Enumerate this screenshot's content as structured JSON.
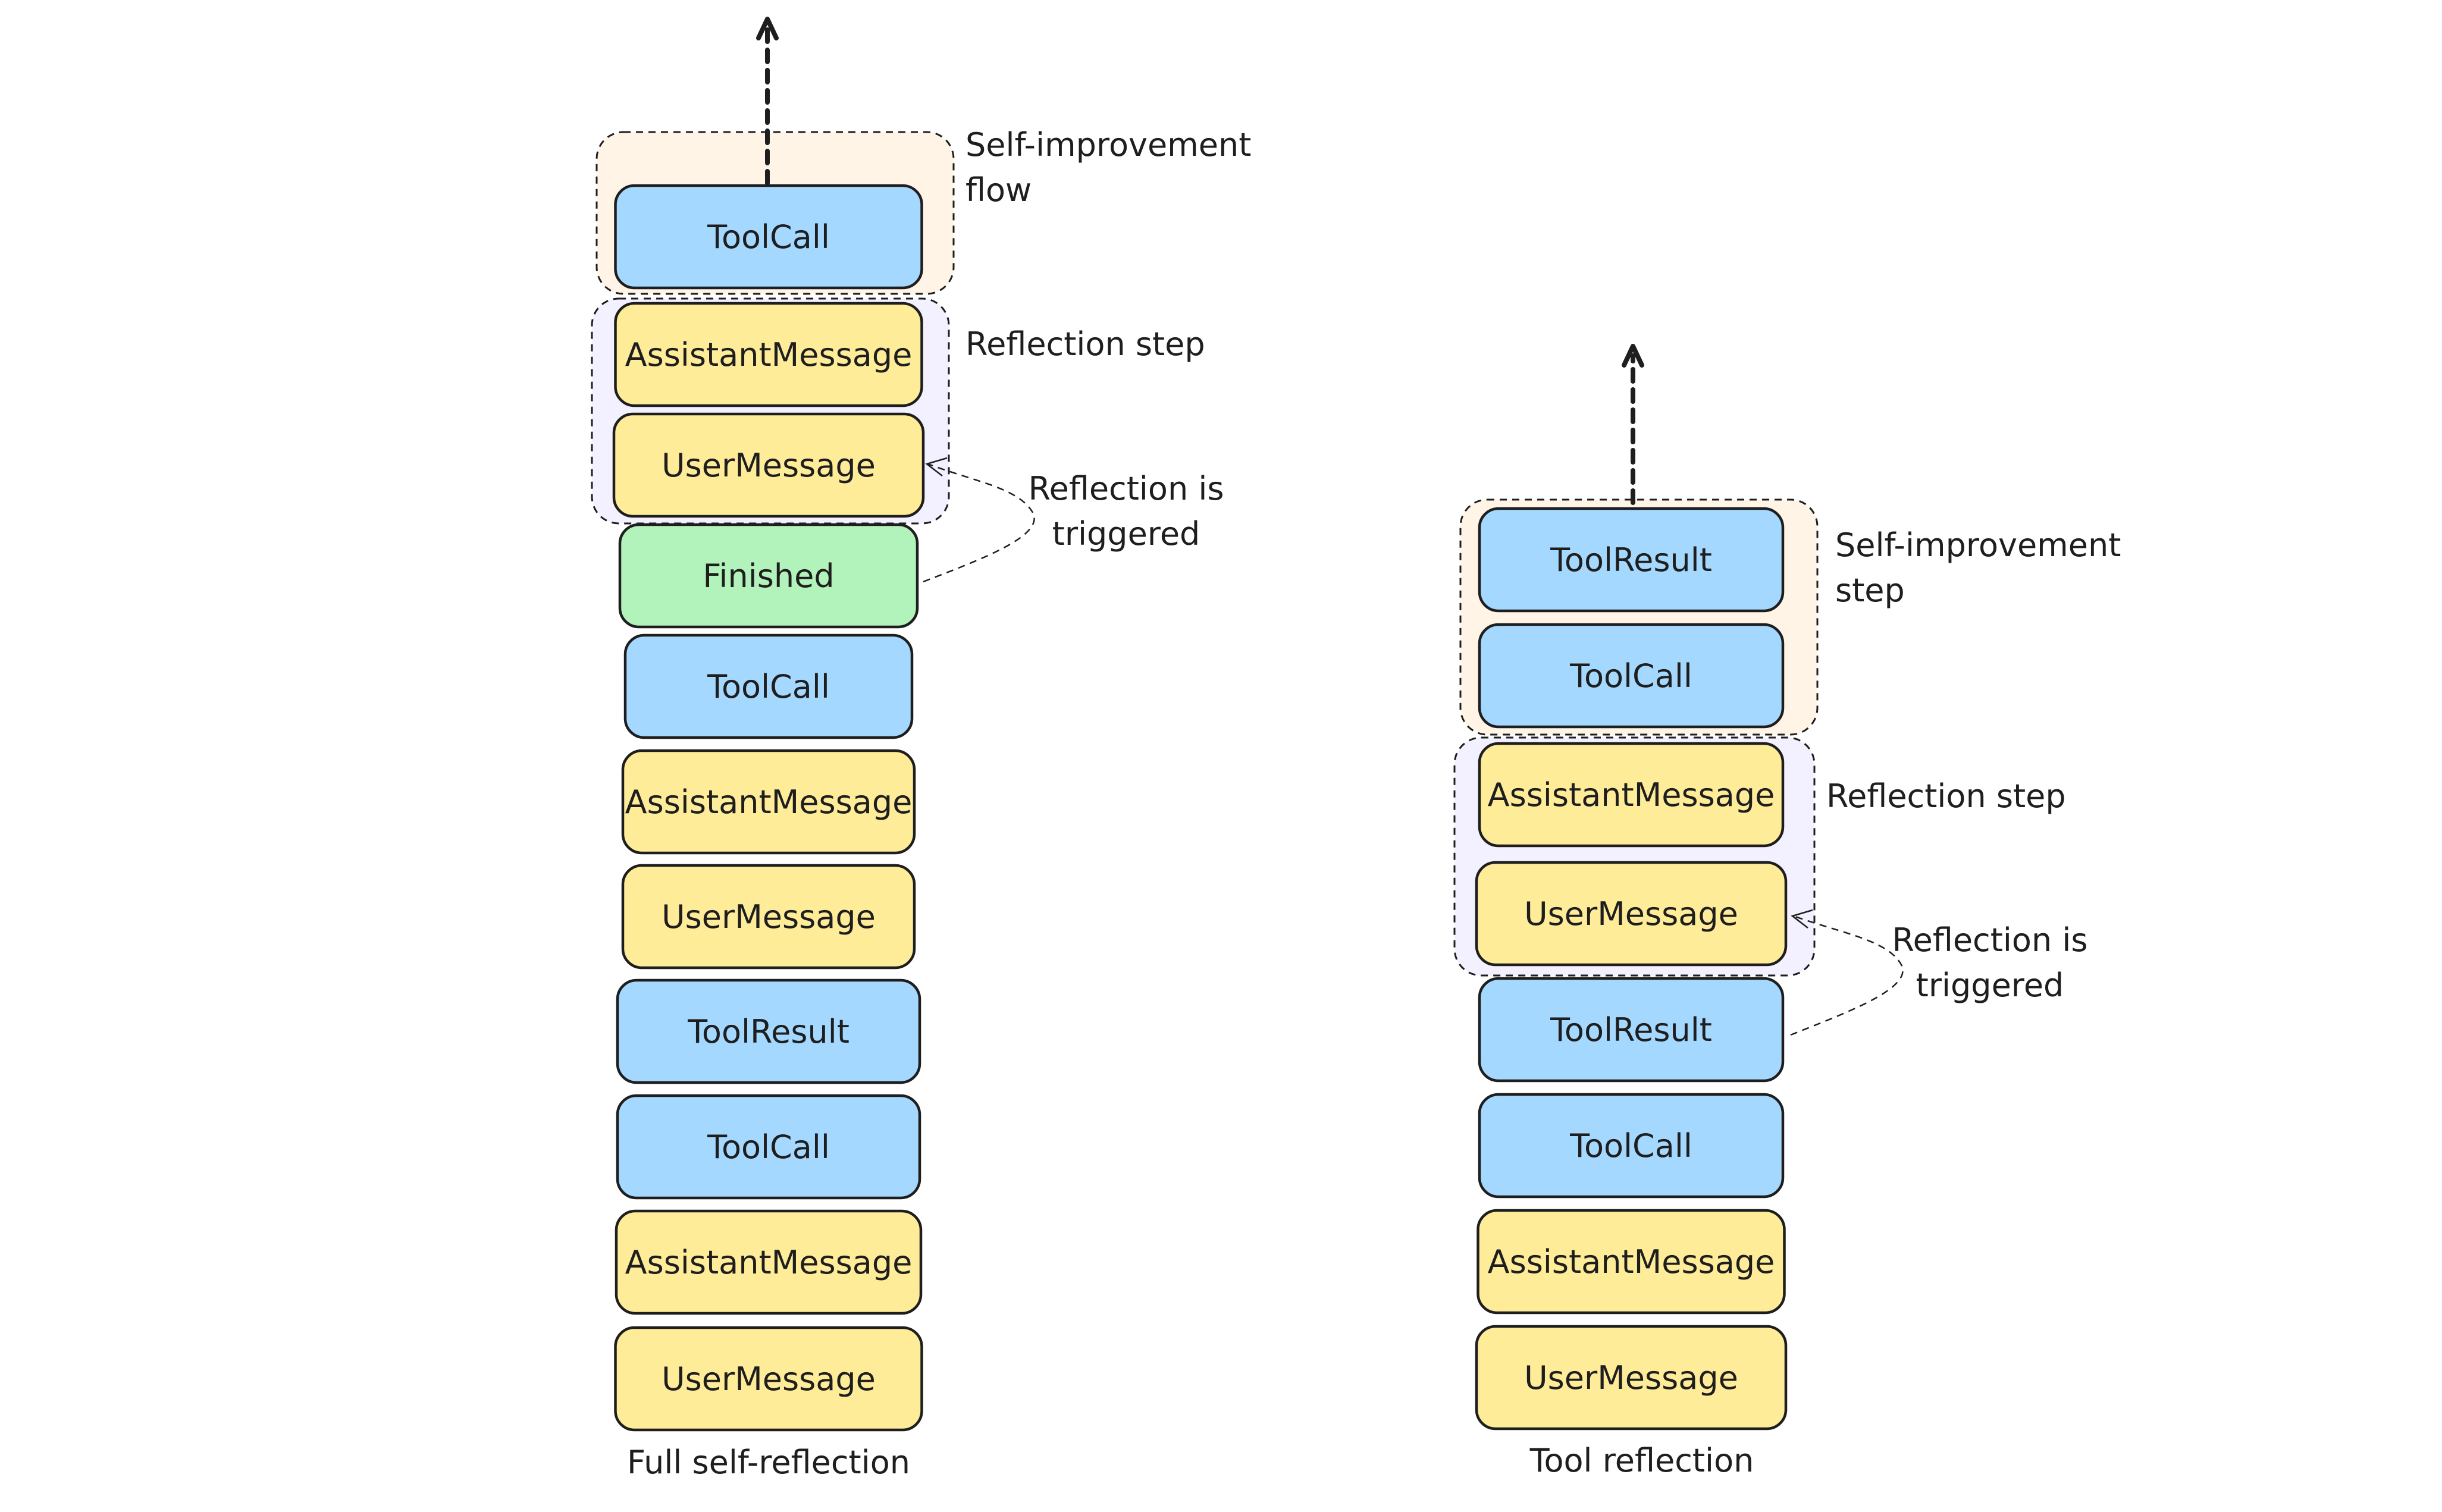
{
  "colors": {
    "tool": "#a5d8ff",
    "message": "#ffec99",
    "finished": "#b2f2bb",
    "improvement_group": "#fff4e6",
    "reflection_group": "#f3f0ff",
    "stroke": "#1e1e1e"
  },
  "left": {
    "caption": "Full self-reflection",
    "improvement_label_line1": "Self-improvement",
    "improvement_label_line2": "flow",
    "reflection_label": "Reflection step",
    "trigger_line1": "Reflection is",
    "trigger_line2": "triggered",
    "blocks": [
      {
        "label": "ToolCall",
        "kind": "tool"
      },
      {
        "label": "AssistantMessage",
        "kind": "message"
      },
      {
        "label": "UserMessage",
        "kind": "message"
      },
      {
        "label": "Finished",
        "kind": "finished"
      },
      {
        "label": "ToolCall",
        "kind": "tool"
      },
      {
        "label": "AssistantMessage",
        "kind": "message"
      },
      {
        "label": "UserMessage",
        "kind": "message"
      },
      {
        "label": "ToolResult",
        "kind": "tool"
      },
      {
        "label": "ToolCall",
        "kind": "tool"
      },
      {
        "label": "AssistantMessage",
        "kind": "message"
      },
      {
        "label": "UserMessage",
        "kind": "message"
      }
    ]
  },
  "right": {
    "caption": "Tool reflection",
    "improvement_label_line1": "Self-improvement",
    "improvement_label_line2": "step",
    "reflection_label": "Reflection step",
    "trigger_line1": "Reflection is",
    "trigger_line2": "triggered",
    "blocks": [
      {
        "label": "ToolResult",
        "kind": "tool"
      },
      {
        "label": "ToolCall",
        "kind": "tool"
      },
      {
        "label": "AssistantMessage",
        "kind": "message"
      },
      {
        "label": "UserMessage",
        "kind": "message"
      },
      {
        "label": "ToolResult",
        "kind": "tool"
      },
      {
        "label": "ToolCall",
        "kind": "tool"
      },
      {
        "label": "AssistantMessage",
        "kind": "message"
      },
      {
        "label": "UserMessage",
        "kind": "message"
      }
    ]
  }
}
